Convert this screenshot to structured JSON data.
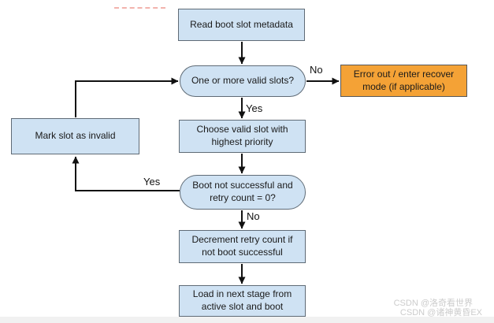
{
  "diagram": {
    "type": "flowchart",
    "topic": "Boot slot selection / A-B boot flow",
    "nodes": {
      "read_metadata": {
        "label": "Read boot slot metadata",
        "shape": "process"
      },
      "valid_slots": {
        "label": "One or more valid slots?",
        "shape": "decision"
      },
      "error_out": {
        "label": "Error out / enter recover mode (if applicable)",
        "shape": "terminal"
      },
      "choose_slot": {
        "label": "Choose valid slot with highest priority",
        "shape": "process"
      },
      "boot_check": {
        "label": "Boot not successful and retry count = 0?",
        "shape": "decision"
      },
      "mark_invalid": {
        "label": "Mark slot as invalid",
        "shape": "process"
      },
      "decrement": {
        "label": "Decrement retry count if not boot successful",
        "shape": "process"
      },
      "load_stage": {
        "label": "Load in next stage from active slot and boot",
        "shape": "process"
      }
    },
    "edge_labels": {
      "no_to_error": "No",
      "yes_to_choose": "Yes",
      "yes_to_mark": "Yes",
      "no_to_decrement": "No"
    },
    "colors": {
      "node_fill_blue": "#cfe2f3",
      "node_fill_orange": "#f4a236",
      "node_border": "#5f6b76",
      "arrow": "#111111",
      "dashed_marker": "#f2b3ad",
      "watermark": "#cccccc"
    }
  },
  "watermark": {
    "line1": "CSDN @洛奇看世界",
    "line2": "CSDN @诸神黄昏EX"
  }
}
